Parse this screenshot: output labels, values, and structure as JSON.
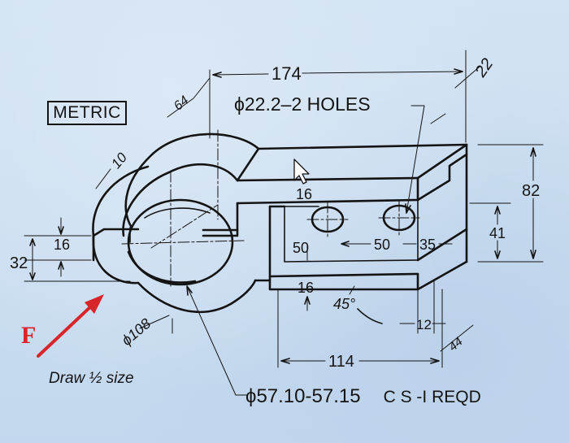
{
  "notes": {
    "metric": "METRIC",
    "holes": "ϕ22.2–2 HOLES",
    "bore": "ϕ57.10-57.15",
    "qty": "C S -I REQD",
    "scale_note": "Draw ½ size",
    "force_label": "F"
  },
  "dims": {
    "d174": "174",
    "d22": "22",
    "d64": "64",
    "d10": "10",
    "d82": "82",
    "d41": "41",
    "d16_top": "16",
    "d16_left": "16",
    "d16_low": "16",
    "d32": "32",
    "d50_a": "50",
    "d50_b": "50",
    "d35": "35",
    "d45": "45°",
    "d12": "12",
    "d44": "44",
    "d114": "114",
    "d108": "ϕ108"
  },
  "colors": {
    "ink": "#141414",
    "force_arrow": "#d8252a",
    "paper": "#c9dcef"
  },
  "icons": {
    "cursor": "mouse-pointer-icon"
  }
}
